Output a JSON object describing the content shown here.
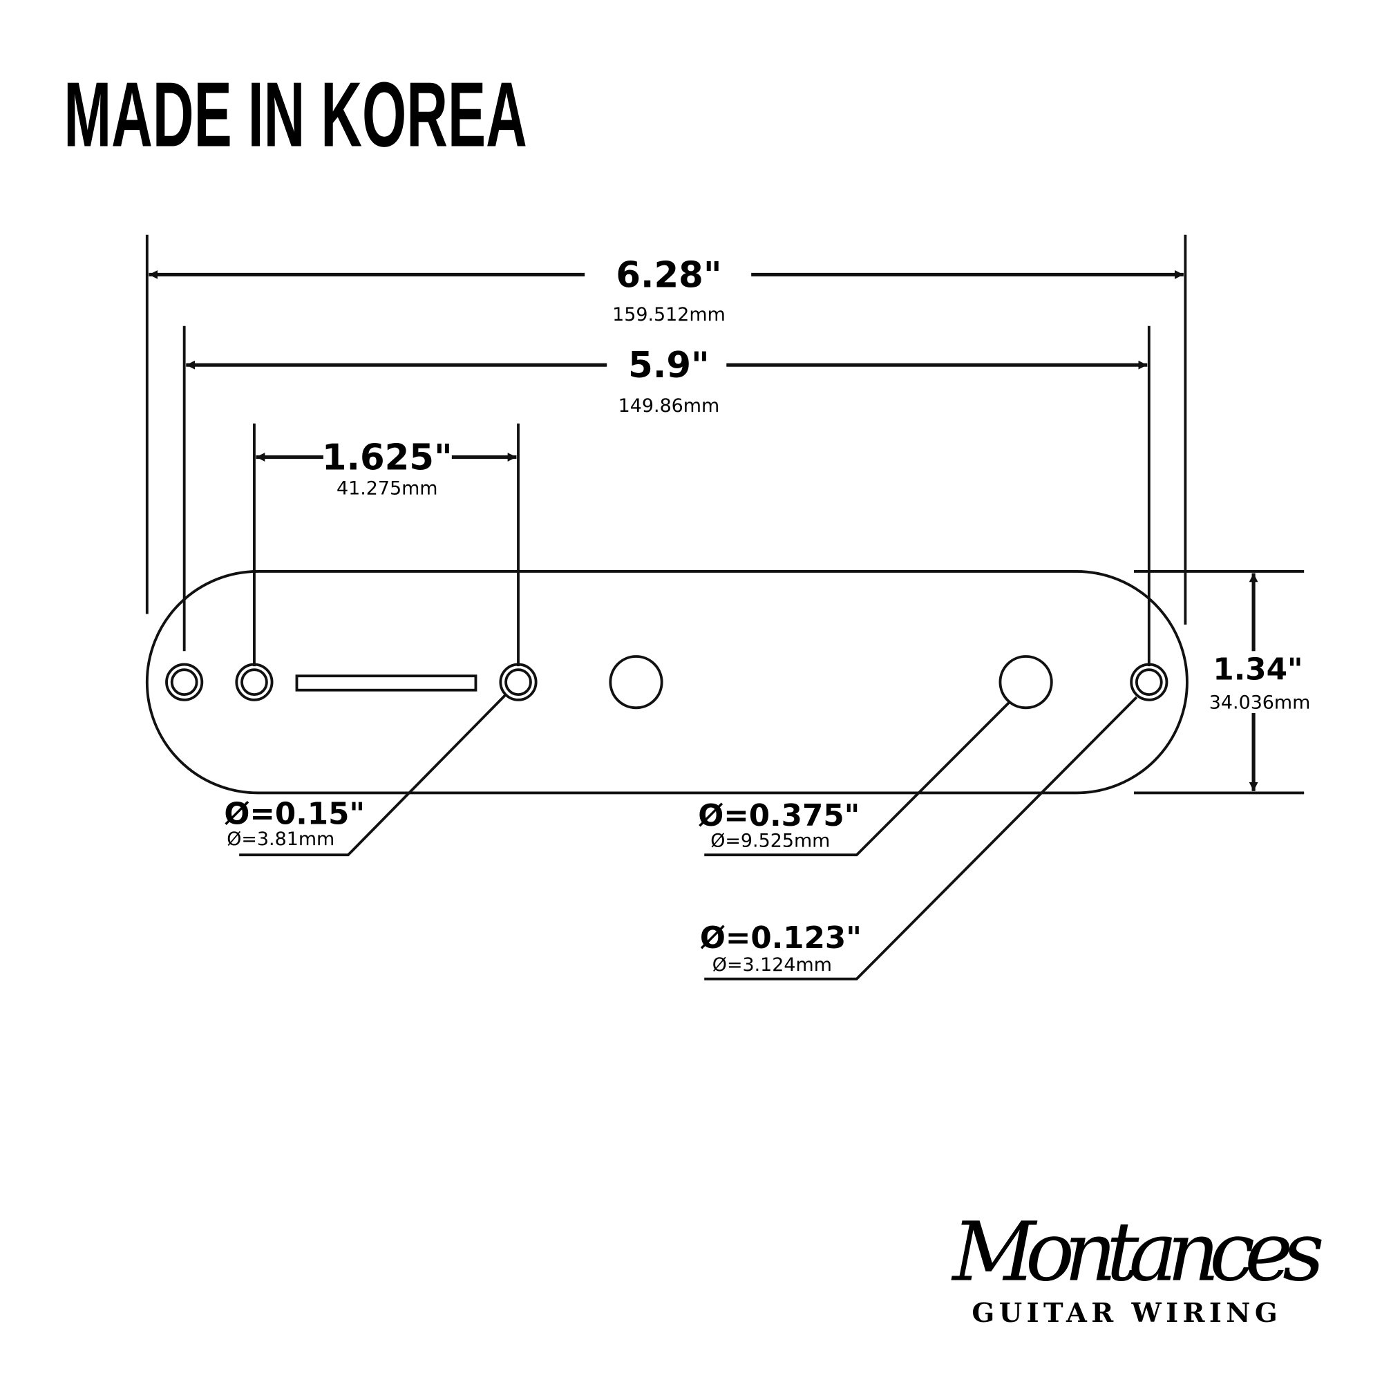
{
  "title": "MADE IN KOREA",
  "dimensions": {
    "overall_length": {
      "in": "6.28\"",
      "mm": "159.512mm"
    },
    "mount_hole_spacing": {
      "in": "5.9\"",
      "mm": "149.86mm"
    },
    "switch_hole_spacing": {
      "in": "1.625\"",
      "mm": "41.275mm"
    },
    "plate_width": {
      "in": "1.34\"",
      "mm": "34.036mm"
    }
  },
  "callouts": {
    "switch_screw_hole": {
      "in": "Ø=0.15\"",
      "mm": "Ø=3.81mm"
    },
    "pot_hole": {
      "in": "Ø=0.375\"",
      "mm": "Ø=9.525mm"
    },
    "mount_screw_hole": {
      "in": "Ø=0.123\"",
      "mm": "Ø=3.124mm"
    }
  },
  "logo": {
    "script": "Montances",
    "tagline": "GUITAR WIRING"
  },
  "colors": {
    "ink": "#111111",
    "background": "#ffffff"
  }
}
